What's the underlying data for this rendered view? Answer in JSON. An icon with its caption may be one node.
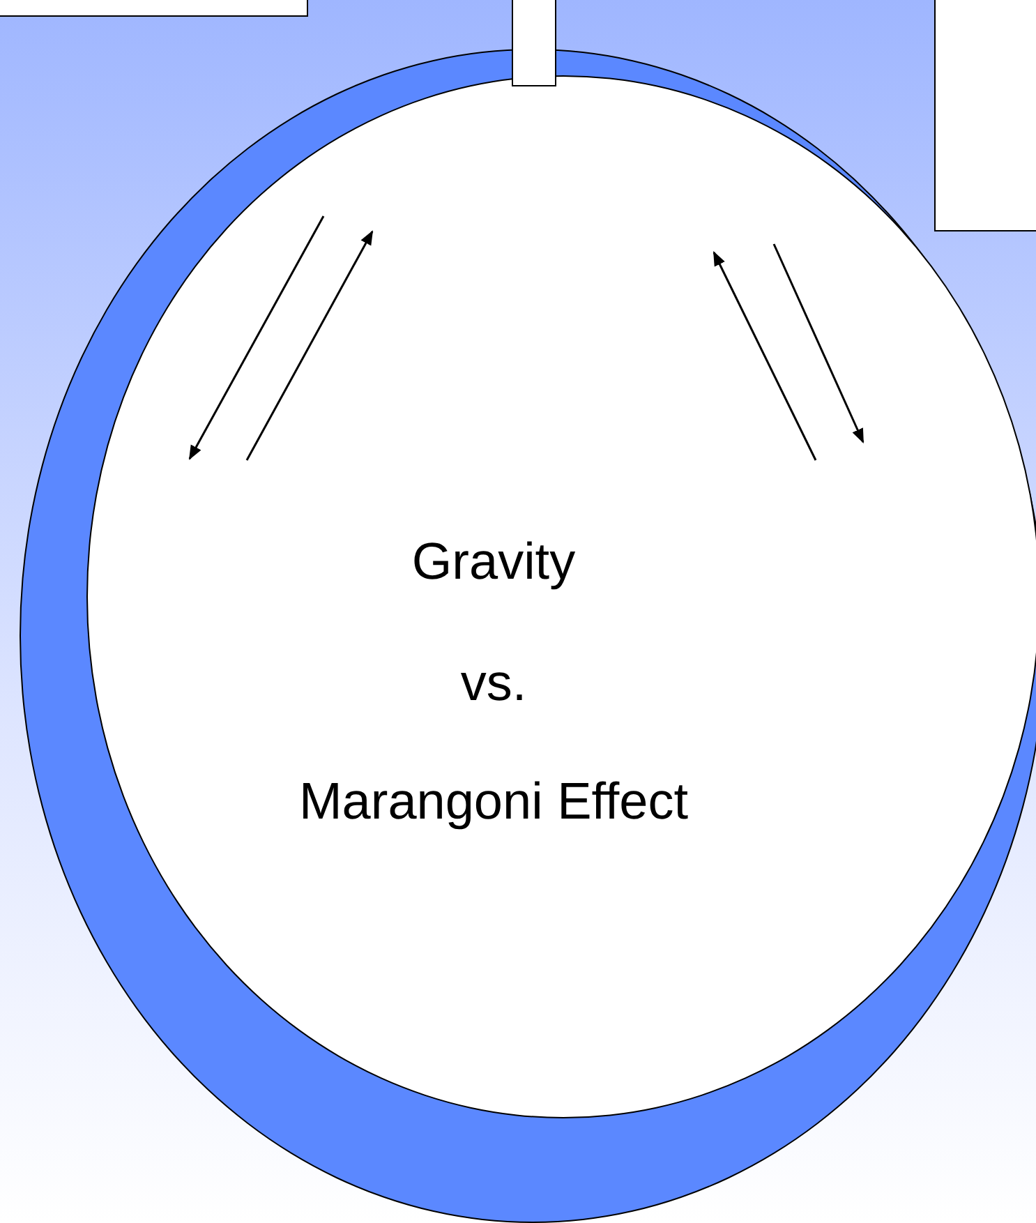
{
  "diagram": {
    "nodes": [
      {
        "text": [
          "Gravity",
          "vs.",
          "Marangoni Effect"
        ]
      }
    ]
  }
}
